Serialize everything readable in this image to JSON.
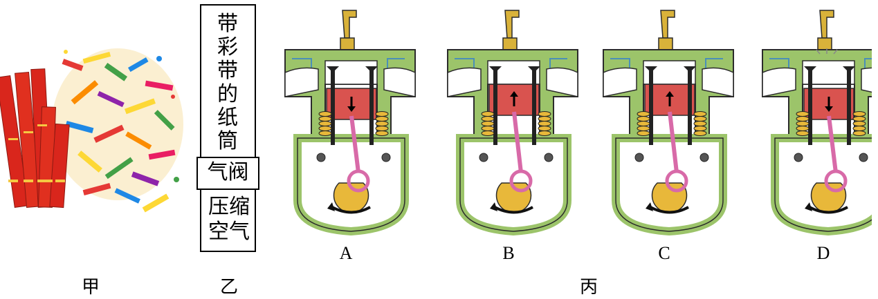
{
  "panel_captions": {
    "jia": "甲",
    "yi": "乙",
    "bing": "丙"
  },
  "tube": {
    "top_label": "带彩带的纸筒",
    "middle_label": "气阀",
    "bottom_label": "压缩空气"
  },
  "engines": [
    {
      "label": "A",
      "piston": "down",
      "intake_open": true,
      "exhaust_open": false,
      "spark": false
    },
    {
      "label": "B",
      "piston": "up",
      "intake_open": false,
      "exhaust_open": true,
      "spark": false
    },
    {
      "label": "C",
      "piston": "up",
      "intake_open": false,
      "exhaust_open": false,
      "spark": false
    },
    {
      "label": "D",
      "piston": "down",
      "intake_open": false,
      "exhaust_open": false,
      "spark": true
    }
  ],
  "colors": {
    "engine_body": "#9cc46a",
    "engine_outline": "#2b2b2b",
    "piston": "#d9534f",
    "crank": "#e8b83a",
    "rod": "#d86aa8",
    "spark_plug": "#d9b23a",
    "coolant": "#4a8fb8",
    "tube_red": "#d9261c"
  }
}
